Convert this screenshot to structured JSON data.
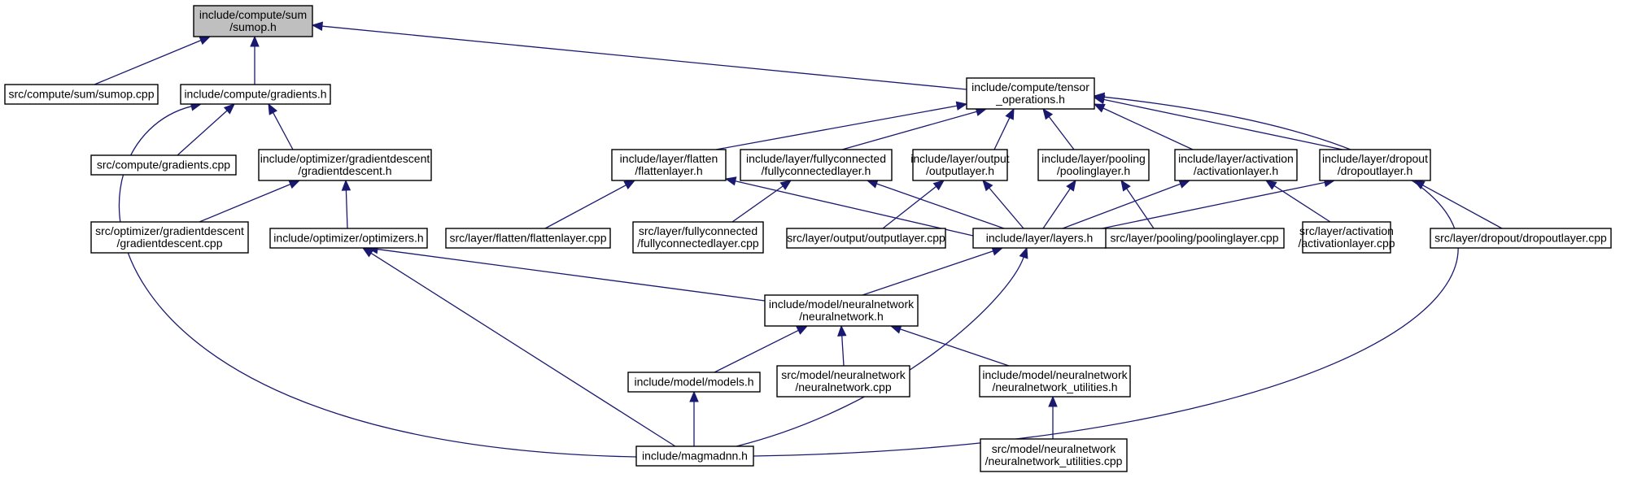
{
  "diagram": {
    "type": "include-dependency-graph",
    "nodes": [
      {
        "id": "sumop_h",
        "lines": [
          "include/compute/sum",
          "/sumop.h"
        ],
        "current": true
      },
      {
        "id": "sumop_cpp",
        "lines": [
          "src/compute/sum/sumop.cpp"
        ]
      },
      {
        "id": "gradients_h",
        "lines": [
          "include/compute/gradients.h"
        ]
      },
      {
        "id": "tensor_ops_h",
        "lines": [
          "include/compute/tensor",
          "_operations.h"
        ]
      },
      {
        "id": "gradients_cpp",
        "lines": [
          "src/compute/gradients.cpp"
        ]
      },
      {
        "id": "gd_h",
        "lines": [
          "include/optimizer/gradientdescent",
          "/gradientdescent.h"
        ]
      },
      {
        "id": "gd_cpp",
        "lines": [
          "src/optimizer/gradientdescent",
          "/gradientdescent.cpp"
        ]
      },
      {
        "id": "optimizers_h",
        "lines": [
          "include/optimizer/optimizers.h"
        ]
      },
      {
        "id": "flatten_h",
        "lines": [
          "include/layer/flatten",
          "/flattenlayer.h"
        ]
      },
      {
        "id": "flatten_cpp",
        "lines": [
          "src/layer/flatten/flattenlayer.cpp"
        ]
      },
      {
        "id": "fc_h",
        "lines": [
          "include/layer/fullyconnected",
          "/fullyconnectedlayer.h"
        ]
      },
      {
        "id": "fc_cpp",
        "lines": [
          "src/layer/fullyconnected",
          "/fullyconnectedlayer.cpp"
        ]
      },
      {
        "id": "output_h",
        "lines": [
          "include/layer/output",
          "/outputlayer.h"
        ]
      },
      {
        "id": "output_cpp",
        "lines": [
          "src/layer/output/outputlayer.cpp"
        ]
      },
      {
        "id": "pooling_h",
        "lines": [
          "include/layer/pooling",
          "/poolinglayer.h"
        ]
      },
      {
        "id": "pooling_cpp",
        "lines": [
          "src/layer/pooling/poolinglayer.cpp"
        ]
      },
      {
        "id": "activation_h",
        "lines": [
          "include/layer/activation",
          "/activationlayer.h"
        ]
      },
      {
        "id": "activation_cpp",
        "lines": [
          "src/layer/activation",
          "/activationlayer.cpp"
        ]
      },
      {
        "id": "dropout_h",
        "lines": [
          "include/layer/dropout",
          "/dropoutlayer.h"
        ]
      },
      {
        "id": "dropout_cpp",
        "lines": [
          "src/layer/dropout/dropoutlayer.cpp"
        ]
      },
      {
        "id": "layers_h",
        "lines": [
          "include/layer/layers.h"
        ]
      },
      {
        "id": "nn_h",
        "lines": [
          "include/model/neuralnetwork",
          "/neuralnetwork.h"
        ]
      },
      {
        "id": "models_h",
        "lines": [
          "include/model/models.h"
        ]
      },
      {
        "id": "nn_cpp",
        "lines": [
          "src/model/neuralnetwork",
          "/neuralnetwork.cpp"
        ]
      },
      {
        "id": "nn_util_h",
        "lines": [
          "include/model/neuralnetwork",
          "/neuralnetwork_utilities.h"
        ]
      },
      {
        "id": "nn_util_cpp",
        "lines": [
          "src/model/neuralnetwork",
          "/neuralnetwork_utilities.cpp"
        ]
      },
      {
        "id": "magmadnn_h",
        "lines": [
          "include/magmadnn.h"
        ]
      }
    ],
    "edges": [
      {
        "from": "sumop_cpp",
        "to": "sumop_h"
      },
      {
        "from": "gradients_h",
        "to": "sumop_h"
      },
      {
        "from": "tensor_ops_h",
        "to": "sumop_h"
      },
      {
        "from": "gradients_cpp",
        "to": "gradients_h"
      },
      {
        "from": "gd_h",
        "to": "gradients_h"
      },
      {
        "from": "magmadnn_h",
        "to": "gradients_h"
      },
      {
        "from": "gd_cpp",
        "to": "gd_h"
      },
      {
        "from": "optimizers_h",
        "to": "gd_h"
      },
      {
        "from": "nn_h",
        "to": "optimizers_h"
      },
      {
        "from": "magmadnn_h",
        "to": "optimizers_h"
      },
      {
        "from": "flatten_h",
        "to": "tensor_ops_h"
      },
      {
        "from": "fc_h",
        "to": "tensor_ops_h"
      },
      {
        "from": "output_h",
        "to": "tensor_ops_h"
      },
      {
        "from": "pooling_h",
        "to": "tensor_ops_h"
      },
      {
        "from": "activation_h",
        "to": "tensor_ops_h"
      },
      {
        "from": "dropout_h",
        "to": "tensor_ops_h"
      },
      {
        "from": "magmadnn_h",
        "to": "tensor_ops_h"
      },
      {
        "from": "flatten_cpp",
        "to": "flatten_h"
      },
      {
        "from": "layers_h",
        "to": "flatten_h"
      },
      {
        "from": "fc_cpp",
        "to": "fc_h"
      },
      {
        "from": "layers_h",
        "to": "fc_h"
      },
      {
        "from": "output_cpp",
        "to": "output_h"
      },
      {
        "from": "layers_h",
        "to": "output_h"
      },
      {
        "from": "pooling_cpp",
        "to": "pooling_h"
      },
      {
        "from": "layers_h",
        "to": "pooling_h"
      },
      {
        "from": "activation_cpp",
        "to": "activation_h"
      },
      {
        "from": "layers_h",
        "to": "activation_h"
      },
      {
        "from": "dropout_cpp",
        "to": "dropout_h"
      },
      {
        "from": "layers_h",
        "to": "dropout_h"
      },
      {
        "from": "nn_h",
        "to": "layers_h"
      },
      {
        "from": "magmadnn_h",
        "to": "layers_h"
      },
      {
        "from": "models_h",
        "to": "nn_h"
      },
      {
        "from": "nn_cpp",
        "to": "nn_h"
      },
      {
        "from": "nn_util_h",
        "to": "nn_h"
      },
      {
        "from": "magmadnn_h",
        "to": "models_h"
      },
      {
        "from": "nn_util_cpp",
        "to": "nn_util_h"
      }
    ],
    "colors": {
      "edge": "#191970",
      "box_border": "#000000",
      "box_fill": "#ffffff",
      "current_fill": "#bfbfbf"
    }
  }
}
